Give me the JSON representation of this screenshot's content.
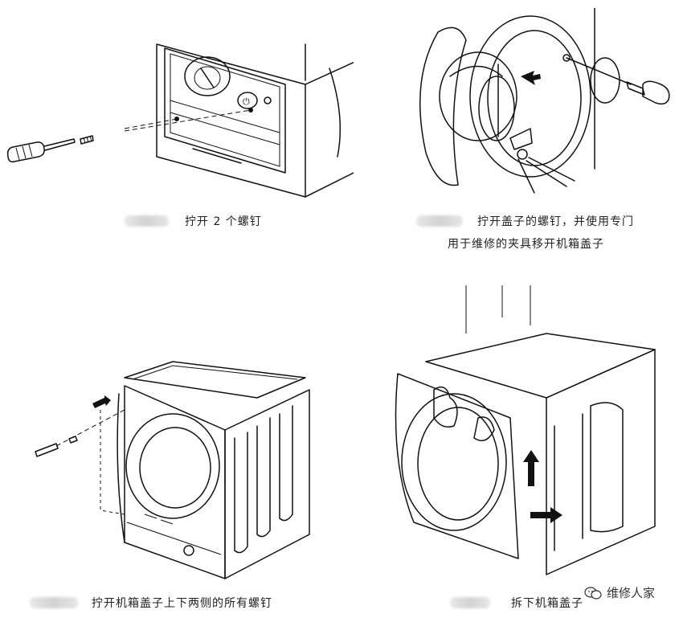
{
  "steps": [
    {
      "caption": "拧开 2 个螺钉"
    },
    {
      "caption_line1": "拧开盖子的螺钉，并使用专门",
      "caption_line2": "用于维修的夹具移开机箱盖子"
    },
    {
      "caption": "拧开机箱盖子上下两侧的所有螺钉"
    },
    {
      "caption": "拆下机箱盖子"
    }
  ],
  "watermark": {
    "text": "维修人家",
    "icon": "wechat-icon"
  }
}
